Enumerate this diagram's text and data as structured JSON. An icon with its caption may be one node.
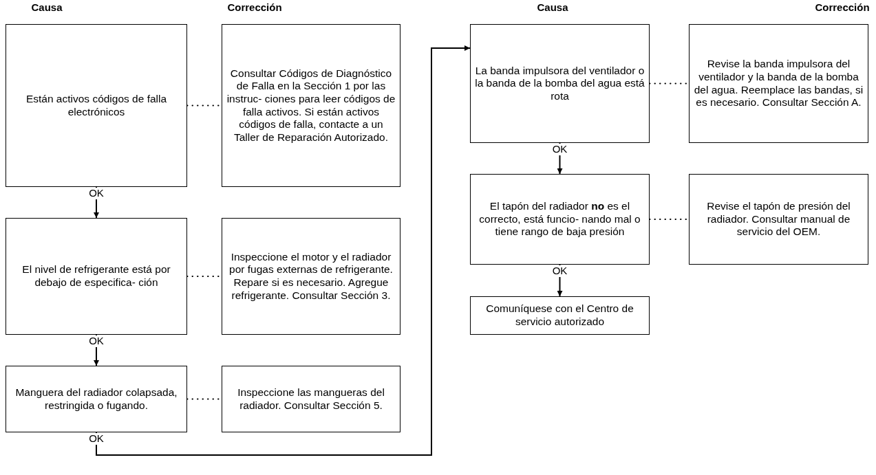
{
  "diagram": {
    "nodes": [
      {
        "text": [
          "Están activos códigos de falla electrónicos"
        ]
      },
      {
        "text": [
          "Consultar Códigos de Diagnóstico de Falla en la Sección 1 por las instruc- ciones para leer códigos de falla activos. Si están activos códigos de falla, contacte a un Taller de Reparación Autorizado."
        ]
      },
      {
        "text": [
          "El nivel de refrigerante está por debajo de especifica- ción"
        ]
      },
      {
        "text": [
          "Inspeccione el motor y el radiador por fugas externas de refrigerante. Repare si es necesario. Agregue refrigerante. Consultar Sección 3."
        ]
      },
      {
        "text": [
          "Manguera del radiador colapsada, restringida o fugando."
        ]
      },
      {
        "text": [
          "Inspeccione las mangueras del radiador. Consultar Sección 5."
        ]
      },
      {
        "text": [
          "La banda impulsora del ventilador o la banda de la bomba del agua está rota"
        ]
      },
      {
        "text": [
          "Revise la banda impulsora del ventilador y la banda de la bomba del agua. Reemplace las bandas, si es necesario. Consultar Sección A."
        ]
      },
      {
        "text": [
          "El tapón del radiador **no** es el correcto, está funcio- nando mal o tiene rango de baja presión"
        ]
      },
      {
        "text": [
          "Revise el tapón de presión del radiador. Consultar manual de servicio del OEM."
        ]
      },
      {
        "text": [
          "Comuníquese con el Centro de servicio autorizado"
        ]
      }
    ],
    "edges": [
      {
        "from": 0,
        "to": 1,
        "arrow": "none",
        "style": "dashed"
      },
      {
        "from": 0,
        "to": 2,
        "arrow": "to",
        "label": "OK"
      },
      {
        "from": 2,
        "to": 3,
        "arrow": "none",
        "style": "dashed"
      },
      {
        "from": 2,
        "to": 4,
        "arrow": "to",
        "label": "OK"
      },
      {
        "from": 4,
        "to": 5,
        "arrow": "none",
        "style": "dashed"
      },
      {
        "from": 4,
        "to": 6,
        "arrow": "to",
        "label": "OK"
      },
      {
        "from": 6,
        "to": 7,
        "arrow": "none",
        "style": "dashed"
      },
      {
        "from": 6,
        "to": 8,
        "arrow": "to",
        "label": "OK"
      },
      {
        "from": 8,
        "to": 9,
        "arrow": "none",
        "style": "dashed"
      },
      {
        "from": 8,
        "to": 10,
        "arrow": "to",
        "label": "OK"
      }
    ],
    "labels": [
      "Causa",
      "Corrección",
      "Causa",
      "Corrección"
    ]
  }
}
